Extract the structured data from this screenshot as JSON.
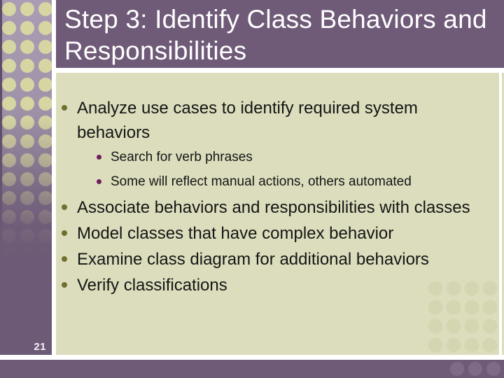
{
  "slide": {
    "title": "Step 3: Identify Class Behaviors and Responsibilities",
    "page_number": "21",
    "bullets": [
      {
        "text": "Analyze use cases to identify required system behaviors",
        "sub": [
          "Search for verb phrases",
          "Some will reflect manual actions, others automated"
        ]
      },
      {
        "text": "Associate behaviors and responsibilities with classes",
        "sub": []
      },
      {
        "text": "Model classes that have complex behavior",
        "sub": []
      },
      {
        "text": "Examine class diagram for additional behaviors",
        "sub": []
      },
      {
        "text": "Verify classifications",
        "sub": []
      }
    ],
    "colors": {
      "title-bg": "#6f5b78",
      "content-bg": "#dcddbc",
      "strip-light": "#a99cb4",
      "strip-dark": "#6d5a76",
      "dot-khaki": "#d6d6a3",
      "main-bullet": "#6f7030",
      "sub-bullet": "#701f5e",
      "frame": "#ffffff"
    }
  }
}
